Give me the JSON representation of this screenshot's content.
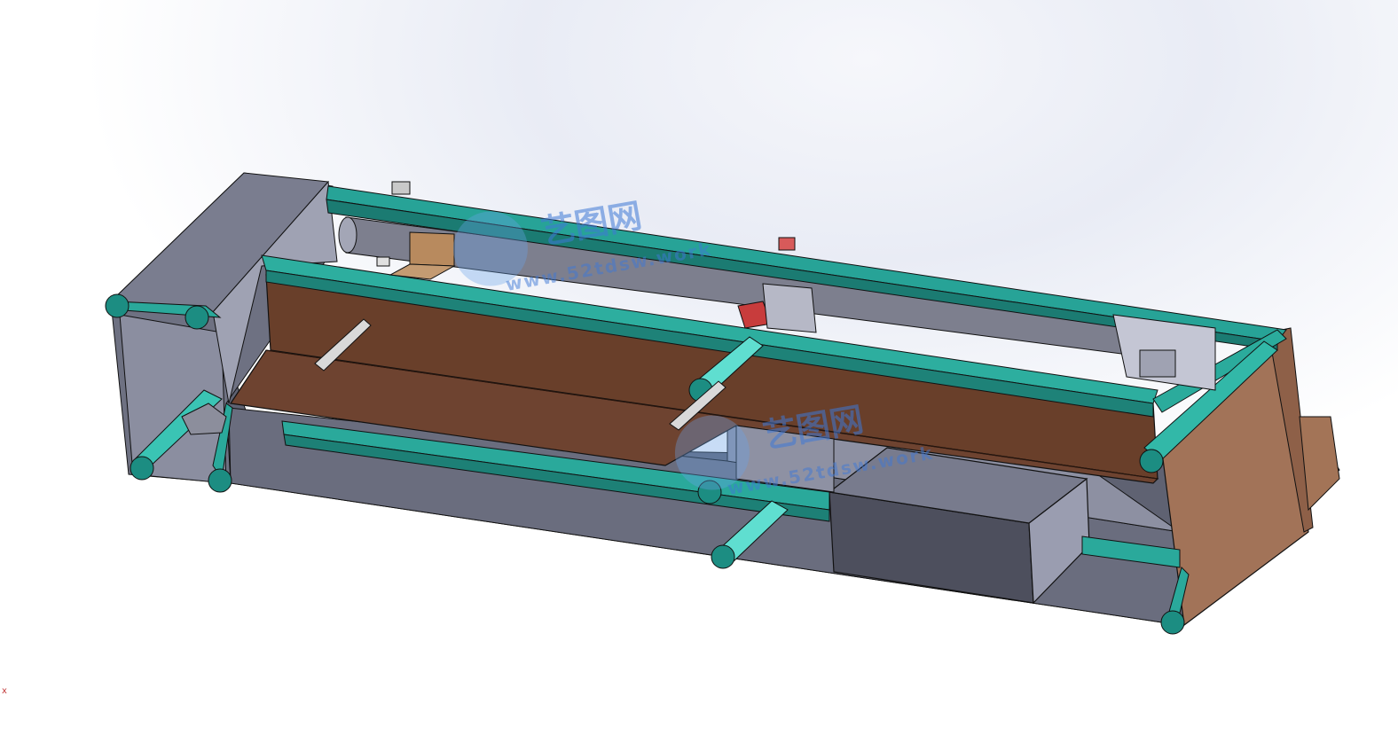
{
  "viewport": {
    "background_top": "#e8ebf4",
    "background_bottom": "#ffffff"
  },
  "model": {
    "frame_color": "#28a69a",
    "frame_light": "#6fe3d6",
    "panel_color": "#63362a",
    "panel_wood": "#6a402c",
    "end_plate_color": "#a0725a",
    "housing_color": "#6b6d7e",
    "housing_light": "#c4c6d4",
    "foot_color": "#1f8c82"
  },
  "watermarks": [
    {
      "label": "艺图网",
      "url": "www.52tdsw.work"
    },
    {
      "label": "艺图网",
      "url": "www.52tdsw.work"
    }
  ],
  "triad": {
    "label": "x"
  }
}
